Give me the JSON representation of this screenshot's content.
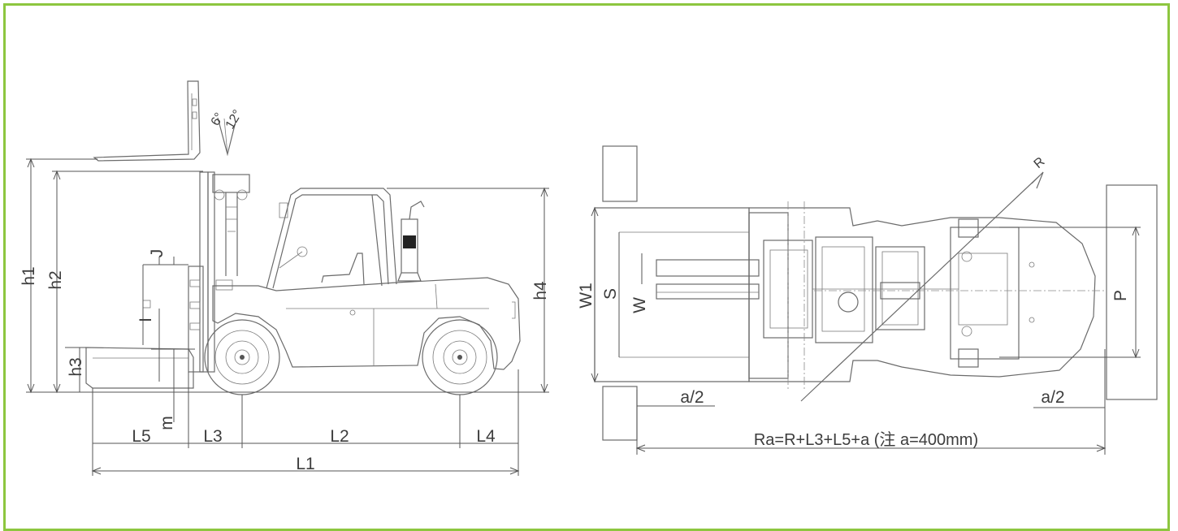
{
  "labels": {
    "h1": "h1",
    "h2": "h2",
    "h3": "h3",
    "h4": "h4",
    "J": "J",
    "I": "I",
    "m": "m",
    "L1": "L1",
    "L2": "L2",
    "L3": "L3",
    "L4": "L4",
    "L5": "L5",
    "W1": "W1",
    "S": "S",
    "W": "W",
    "P": "P",
    "R": "R",
    "a_half_left": "a/2",
    "a_half_right": "a/2",
    "angle_6": "6°",
    "angle_12": "12°",
    "formula": "Ra=R+L3+L5+a  (注 a=400mm)"
  },
  "colors": {
    "frame_border": "#8dc63f",
    "line": "#6b6b6b",
    "text": "#3d3d3d"
  }
}
